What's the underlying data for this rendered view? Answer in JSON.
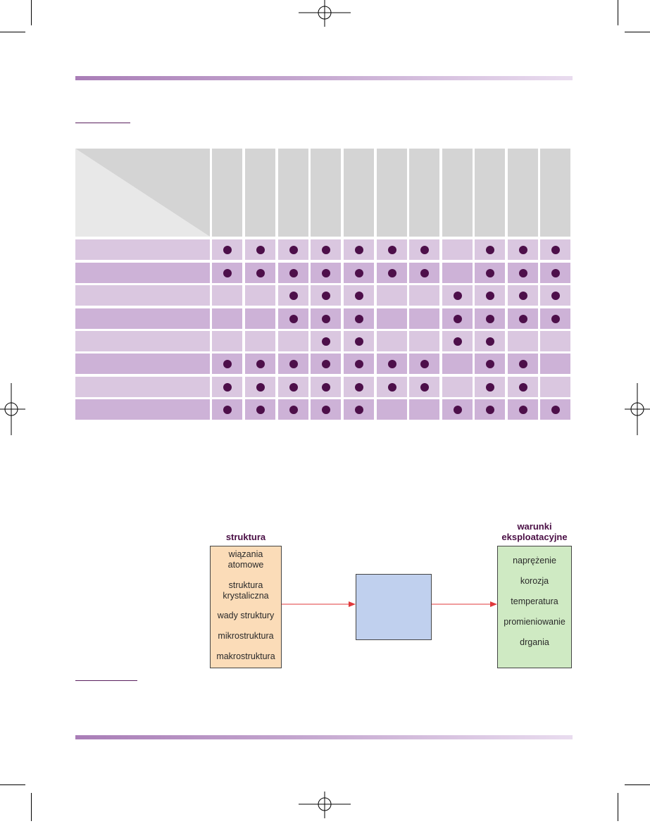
{
  "table": {
    "column_count": 11,
    "rows": [
      [
        1,
        1,
        1,
        1,
        1,
        1,
        1,
        0,
        1,
        1,
        1
      ],
      [
        1,
        1,
        1,
        1,
        1,
        1,
        1,
        0,
        1,
        1,
        1
      ],
      [
        0,
        0,
        1,
        1,
        1,
        0,
        0,
        1,
        1,
        1,
        1
      ],
      [
        0,
        0,
        1,
        1,
        1,
        0,
        0,
        1,
        1,
        1,
        1
      ],
      [
        0,
        0,
        0,
        1,
        1,
        0,
        0,
        1,
        1,
        0,
        0
      ],
      [
        1,
        1,
        1,
        1,
        1,
        1,
        1,
        0,
        1,
        1,
        0
      ],
      [
        1,
        1,
        1,
        1,
        1,
        1,
        1,
        0,
        1,
        1,
        0
      ],
      [
        1,
        1,
        1,
        1,
        1,
        0,
        0,
        1,
        1,
        1,
        1
      ]
    ]
  },
  "diagram": {
    "structure_title": "struktura",
    "structure_items": [
      "wiązania\natomowe",
      "struktura\nkrystaliczna",
      "wady struktury",
      "mikrostruktura",
      "makrostruktura"
    ],
    "conditions_title": "warunki\neksploatacyjne",
    "conditions_items": [
      "naprężenie",
      "korozja",
      "temperatura",
      "promieniowanie",
      "drgania"
    ]
  },
  "colors": {
    "dot": "#4d0f4a",
    "row_light": "#dac7e0",
    "row_dark": "#cdb2d7",
    "header_gray": "#d4d4d4",
    "arrow": "#e0393b"
  }
}
